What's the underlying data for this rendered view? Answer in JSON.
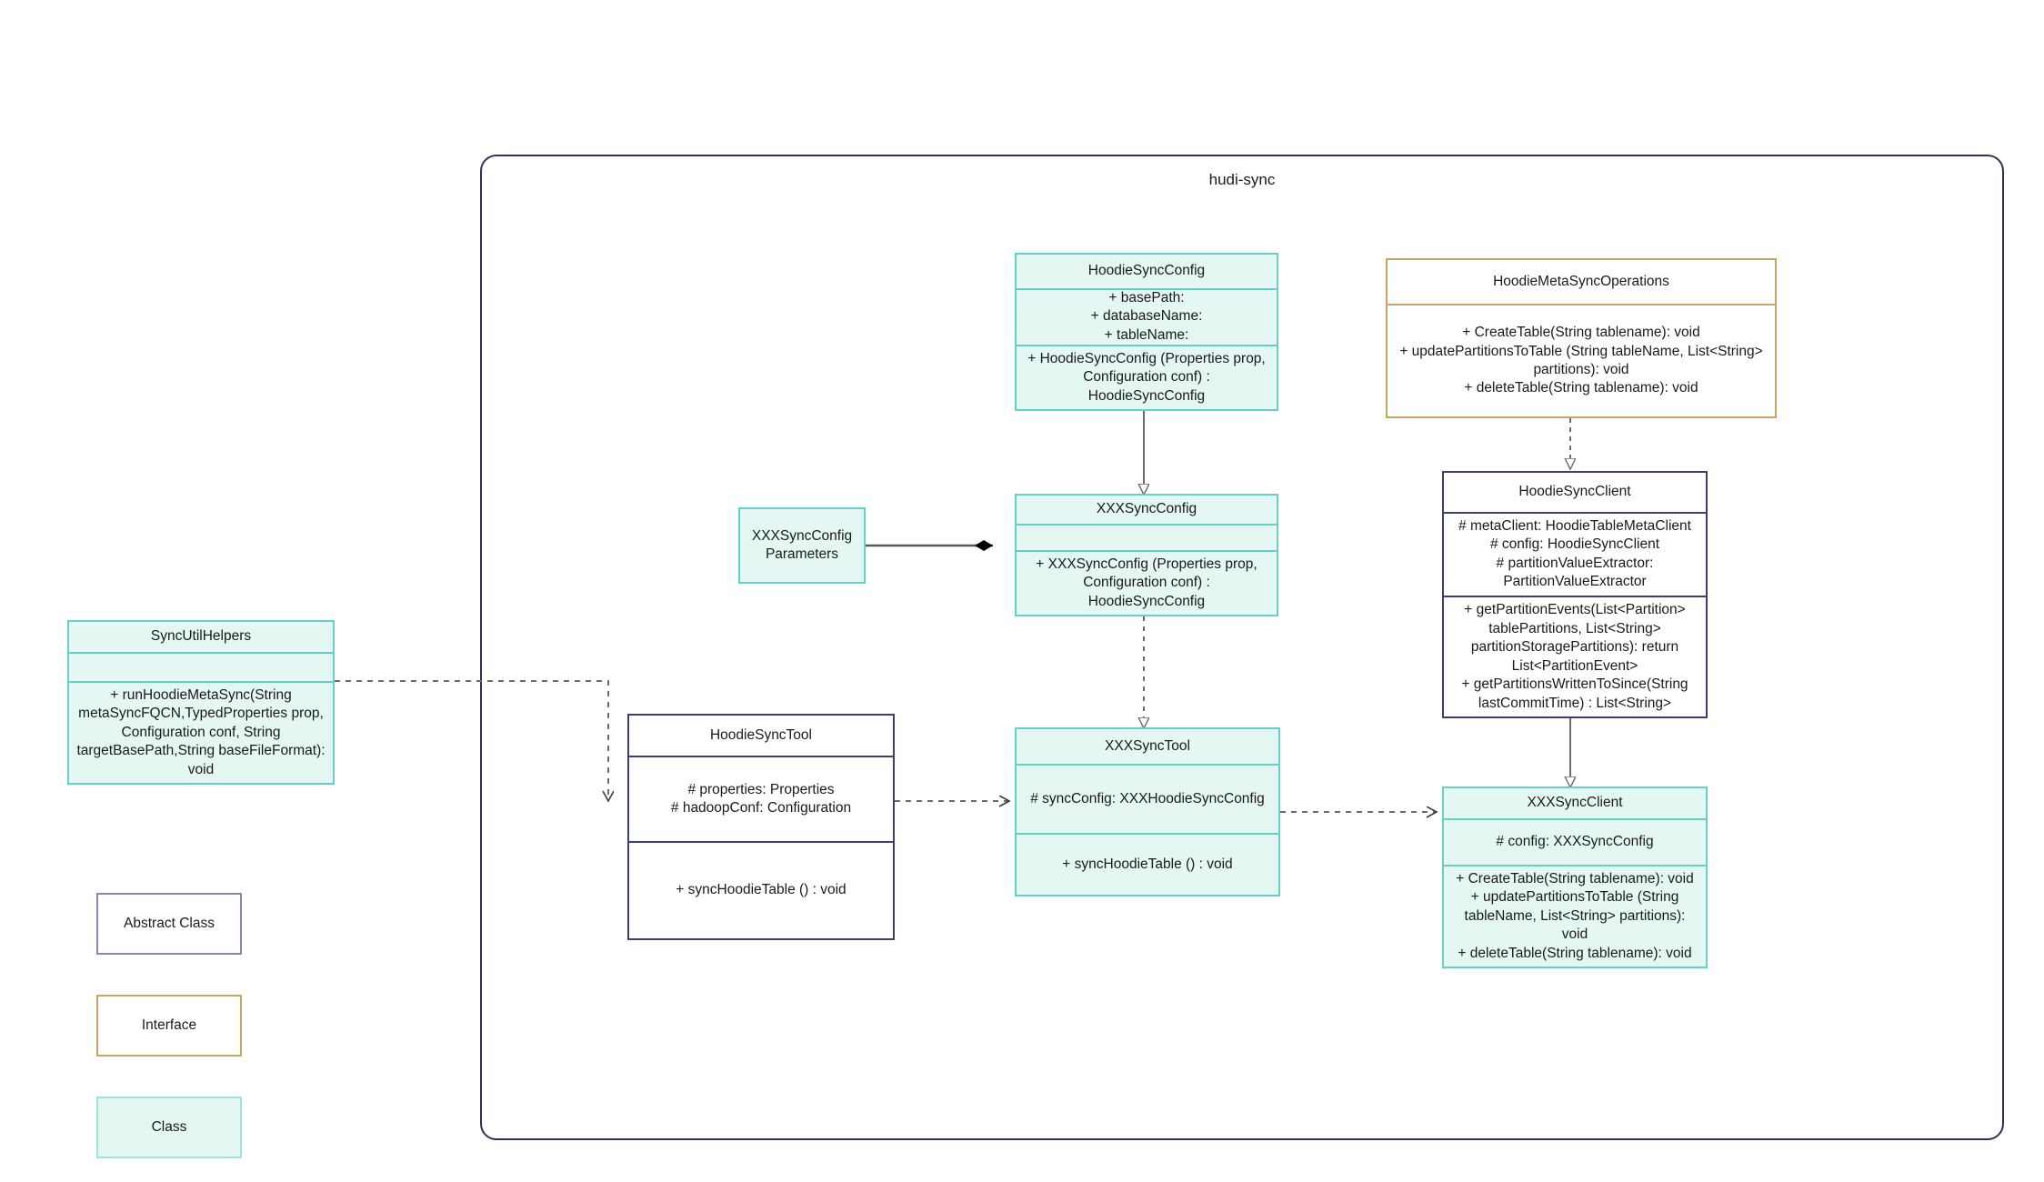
{
  "package": {
    "title": "hudi-sync"
  },
  "classes": {
    "hoodie_sync_config": {
      "name": "HoodieSyncConfig",
      "kind": "class",
      "attributes": "+    basePath:\n+   databaseName:\n+    tableName:",
      "operations": "+   HoodieSyncConfig (Properties prop, Configuration conf) : HoodieSyncConfig"
    },
    "hoodie_meta_sync_operations": {
      "name": "HoodieMetaSyncOperations",
      "kind": "interface",
      "operations": "+     CreateTable(String tablename): void\n+   updatePartitionsToTable (String tableName, List<String> partitions): void\n+    deleteTable(String tablename): void"
    },
    "hoodie_sync_client": {
      "name": "HoodieSyncClient",
      "kind": "abstract",
      "attributes": "#   metaClient: HoodieTableMetaClient\n#    config: HoodieSyncClient\n#     partitionValueExtractor: PartitionValueExtractor",
      "operations": "+    getPartitionEvents(List<Partition> tablePartitions, List<String> partitionStoragePartitions): return List<PartitionEvent>\n+   getPartitionsWrittenToSince(String lastCommitTime) : List<String>"
    },
    "xxx_sync_config": {
      "name": "XXXSyncConfig",
      "kind": "class",
      "attributes": "",
      "operations": "+   XXXSyncConfig (Properties prop, Configuration conf) : HoodieSyncConfig"
    },
    "xxx_sync_config_parameters": {
      "name": "XXXSyncConfigParameters",
      "kind": "class"
    },
    "sync_util_helpers": {
      "name": "SyncUtilHelpers",
      "kind": "class",
      "attributes": "",
      "operations": "+      runHoodieMetaSync(String metaSyncFQCN,TypedProperties prop, Configuration conf, String targetBasePath,String baseFileFormat): void"
    },
    "hoodie_sync_tool": {
      "name": "HoodieSyncTool",
      "kind": "abstract",
      "attributes": "#   properties: Properties\n#   hadoopConf: Configuration",
      "operations": "+   syncHoodieTable () : void"
    },
    "xxx_sync_tool": {
      "name": "XXXSyncTool",
      "kind": "class",
      "attributes": "#   syncConfig: XXXHoodieSyncConfig",
      "operations": "+   syncHoodieTable () : void"
    },
    "xxx_sync_client": {
      "name": "XXXSyncClient",
      "kind": "class",
      "attributes": "#    config: XXXSyncConfig",
      "operations": "+    CreateTable(String tablename): void\n+    updatePartitionsToTable (String tableName, List<String> partitions): void\n+   deleteTable(String tablename): void"
    }
  },
  "legend": [
    {
      "label": "Abstract Class",
      "kind": "abstract"
    },
    {
      "label": "Interface",
      "kind": "interface"
    },
    {
      "label": "Class",
      "kind": "class"
    }
  ],
  "colors": {
    "class_fill": "#e4f7f3",
    "class_border": "#63d2c5",
    "abstract_border": "#3b3f72",
    "interface_border": "#c8a464",
    "package_border": "#2f3255",
    "connector": "#6b6b6b",
    "composition_diamond": "#000000"
  },
  "relationships": [
    {
      "name": "hoodie-sync-config-to-xxx-sync-config",
      "type": "generalization",
      "from": "HoodieSyncConfig",
      "to": "XXXSyncConfig"
    },
    {
      "name": "hoodie-meta-sync-operations-to-hoodie-sync-client",
      "type": "realization",
      "from": "HoodieMetaSyncOperations",
      "to": "HoodieSyncClient"
    },
    {
      "name": "xxx-sync-config-parameters-to-xxx-sync-config",
      "type": "composition",
      "from": "XXXSyncConfigParameters",
      "to": "XXXSyncConfig"
    },
    {
      "name": "xxx-sync-config-to-xxx-sync-tool",
      "type": "dependency",
      "from": "XXXSyncConfig",
      "to": "XXXSyncTool"
    },
    {
      "name": "hoodie-sync-client-to-xxx-sync-client",
      "type": "generalization",
      "from": "HoodieSyncClient",
      "to": "XXXSyncClient"
    },
    {
      "name": "sync-util-helpers-to-hoodie-sync-tool",
      "type": "dependency",
      "from": "SyncUtilHelpers",
      "to": "HoodieSyncTool"
    },
    {
      "name": "hoodie-sync-tool-to-xxx-sync-tool",
      "type": "dependency",
      "from": "HoodieSyncTool",
      "to": "XXXSyncTool"
    },
    {
      "name": "xxx-sync-tool-to-xxx-sync-client",
      "type": "dependency",
      "from": "XXXSyncTool",
      "to": "XXXSyncClient"
    }
  ]
}
